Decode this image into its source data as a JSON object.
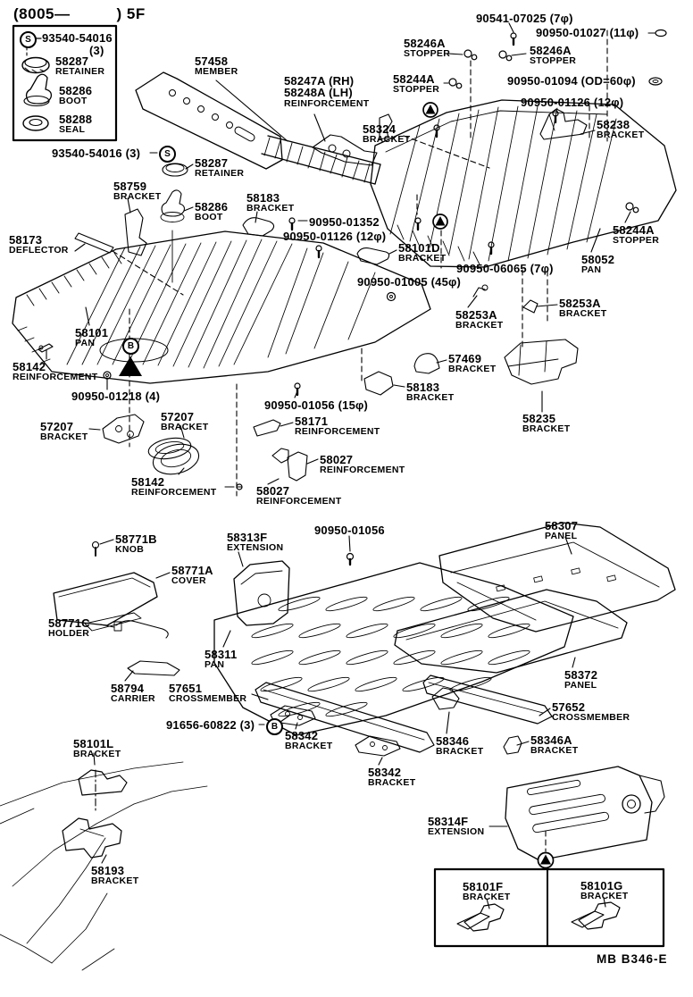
{
  "colors": {
    "ink": "#000000",
    "paper": "#ffffff"
  },
  "header": {
    "prefix": "(8005—",
    "suffix": ") 5F"
  },
  "footer": {
    "code": "MB  B346-E"
  },
  "symbols": {
    "s": "S",
    "b": "B"
  },
  "legend": {
    "fastener_part": "93540-54016",
    "fastener_qty": "(3)",
    "items": [
      {
        "part": "58287",
        "name": "RETAINER"
      },
      {
        "part": "58286",
        "name": "BOOT"
      },
      {
        "part": "58288",
        "name": "SEAL"
      }
    ]
  },
  "reinforcement_label": {
    "line1": "58247A (RH)",
    "line2": "58248A (LH)",
    "name": "REINFORCEMENT"
  },
  "callouts": [
    {
      "part": "57458",
      "name": "MEMBER"
    },
    {
      "part": "90541-07025 (7φ)",
      "name": ""
    },
    {
      "part": "90950-01027 (11φ)",
      "name": ""
    },
    {
      "part": "58246A",
      "name": "STOPPER"
    },
    {
      "part": "58246A",
      "name": "STOPPER"
    },
    {
      "part": "58244A",
      "name": "STOPPER"
    },
    {
      "part": "90950-01094 (OD=60φ)",
      "name": ""
    },
    {
      "part": "90950-01126 (12φ)",
      "name": ""
    },
    {
      "part": "58324",
      "name": "BRACKET"
    },
    {
      "part": "58238",
      "name": "BRACKET"
    },
    {
      "part": "93540-54016 (3)",
      "name": ""
    },
    {
      "part": "58287",
      "name": "RETAINER"
    },
    {
      "part": "58759",
      "name": "BRACKET"
    },
    {
      "part": "58286",
      "name": "BOOT"
    },
    {
      "part": "58183",
      "name": "BRACKET"
    },
    {
      "part": "58173",
      "name": "DEFLECTOR"
    },
    {
      "part": "90950-01352",
      "name": ""
    },
    {
      "part": "90950-01126 (12φ)",
      "name": ""
    },
    {
      "part": "58101D",
      "name": "BRACKET"
    },
    {
      "part": "90950-01005 (45φ)",
      "name": ""
    },
    {
      "part": "90950-06065 (7φ)",
      "name": ""
    },
    {
      "part": "58244A",
      "name": "STOPPER"
    },
    {
      "part": "58052",
      "name": "PAN"
    },
    {
      "part": "58253A",
      "name": "BRACKET"
    },
    {
      "part": "58253A",
      "name": "BRACKET"
    },
    {
      "part": "58101",
      "name": "PAN"
    },
    {
      "part": "58142",
      "name": "REINFORCEMENT"
    },
    {
      "part": "90950-01218 (4)",
      "name": ""
    },
    {
      "part": "57207",
      "name": "BRACKET"
    },
    {
      "part": "57207",
      "name": "BRACKET"
    },
    {
      "part": "57469",
      "name": "BRACKET"
    },
    {
      "part": "58183",
      "name": "BRACKET"
    },
    {
      "part": "90950-01056 (15φ)",
      "name": ""
    },
    {
      "part": "58171",
      "name": "REINFORCEMENT"
    },
    {
      "part": "58027",
      "name": "REINFORCEMENT"
    },
    {
      "part": "58235",
      "name": "BRACKET"
    },
    {
      "part": "58142",
      "name": "REINFORCEMENT"
    },
    {
      "part": "58027",
      "name": "REINFORCEMENT"
    },
    {
      "part": "58771B",
      "name": "KNOB"
    },
    {
      "part": "58313F",
      "name": "EXTENSION"
    },
    {
      "part": "90950-01056",
      "name": ""
    },
    {
      "part": "58307",
      "name": "PANEL"
    },
    {
      "part": "58771A",
      "name": "COVER"
    },
    {
      "part": "58771C",
      "name": "HOLDER"
    },
    {
      "part": "58311",
      "name": "PAN"
    },
    {
      "part": "58794",
      "name": "CARRIER"
    },
    {
      "part": "57651",
      "name": "CROSSMEMBER"
    },
    {
      "part": "91656-60822 (3)",
      "name": ""
    },
    {
      "part": "58342",
      "name": "BRACKET"
    },
    {
      "part": "58342",
      "name": "BRACKET"
    },
    {
      "part": "58346",
      "name": "BRACKET"
    },
    {
      "part": "58346A",
      "name": "BRACKET"
    },
    {
      "part": "58372",
      "name": "PANEL"
    },
    {
      "part": "57652",
      "name": "CROSSMEMBER"
    },
    {
      "part": "58101L",
      "name": "BRACKET"
    },
    {
      "part": "58193",
      "name": "BRACKET"
    },
    {
      "part": "58314F",
      "name": "EXTENSION"
    },
    {
      "part": "58101F",
      "name": "BRACKET"
    },
    {
      "part": "58101G",
      "name": "BRACKET"
    }
  ]
}
